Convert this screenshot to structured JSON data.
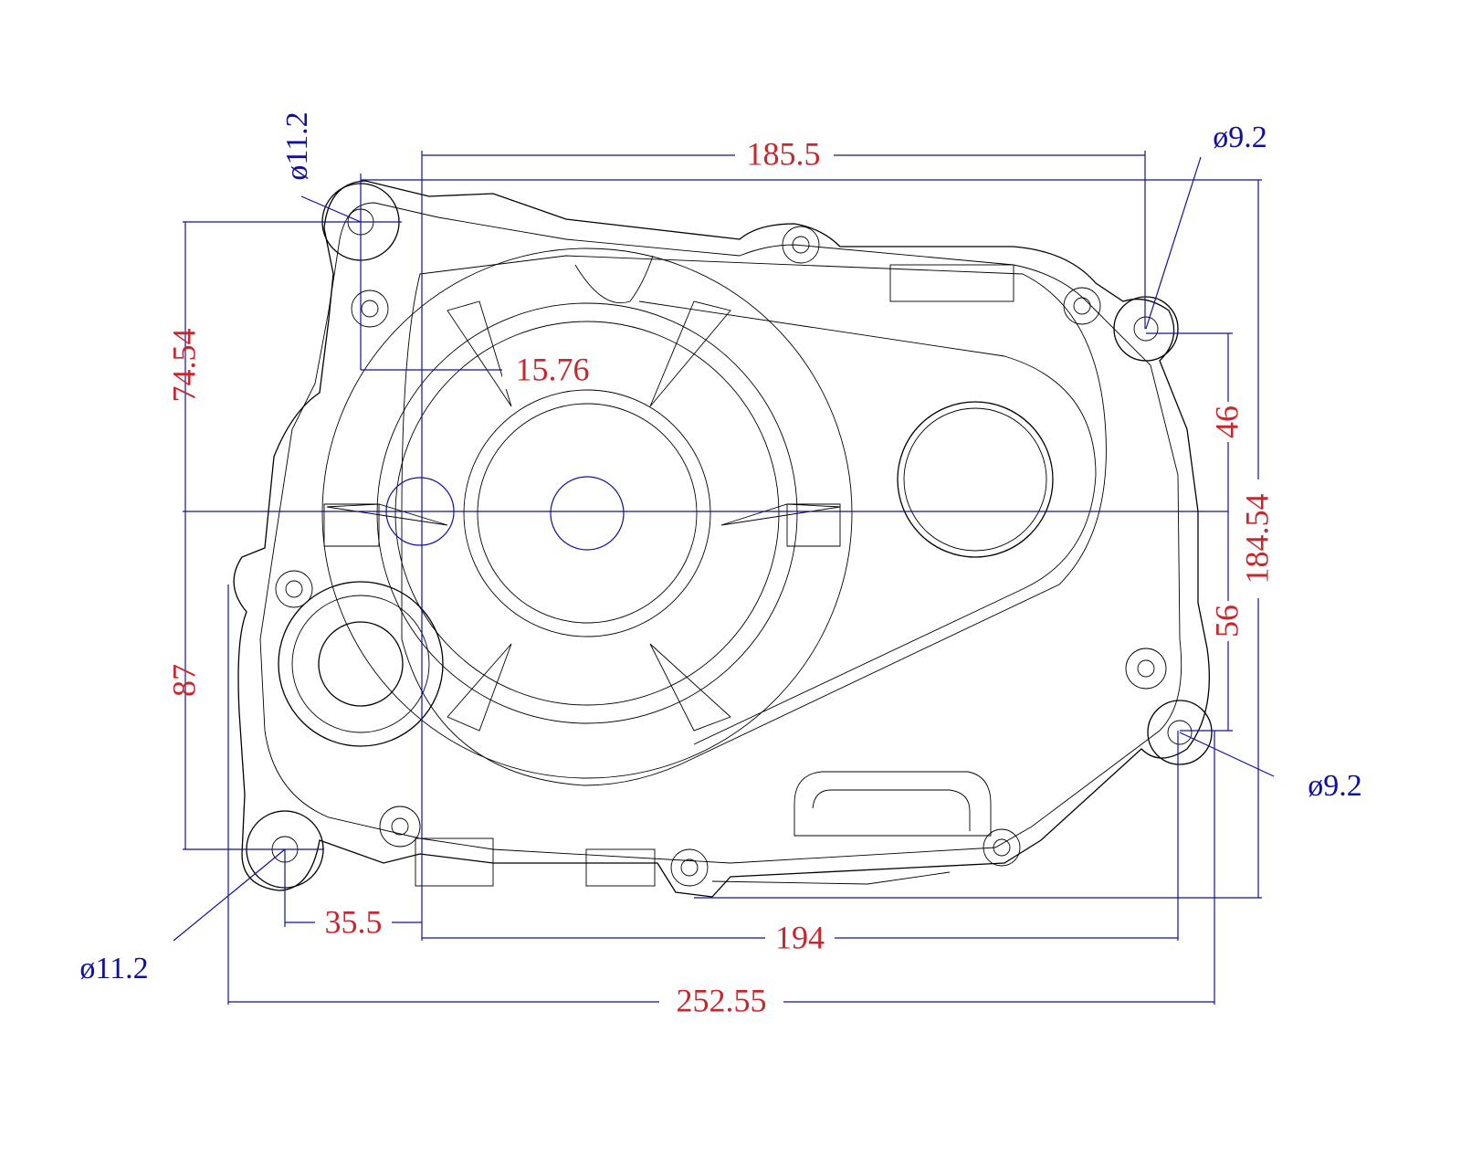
{
  "drawing": {
    "colors": {
      "part": "#000000",
      "dimension_line": "#1010a0",
      "dimension_text": "#c8282c",
      "diameter_text": "#1010a0"
    },
    "dimensions": {
      "top_width": "185.5",
      "top_left_offset": "74.54",
      "boss_offset": "15.76",
      "right_upper": "46",
      "overall_height": "184.54",
      "right_lower": "56",
      "left_lower": "87",
      "bottom_left_offset": "35.5",
      "bottom_width": "194",
      "overall_width": "252.55"
    },
    "diameters": {
      "top_left": "ø11.2",
      "top_right": "ø9.2",
      "bottom_right": "ø9.2",
      "bottom_left": "ø11.2"
    }
  }
}
